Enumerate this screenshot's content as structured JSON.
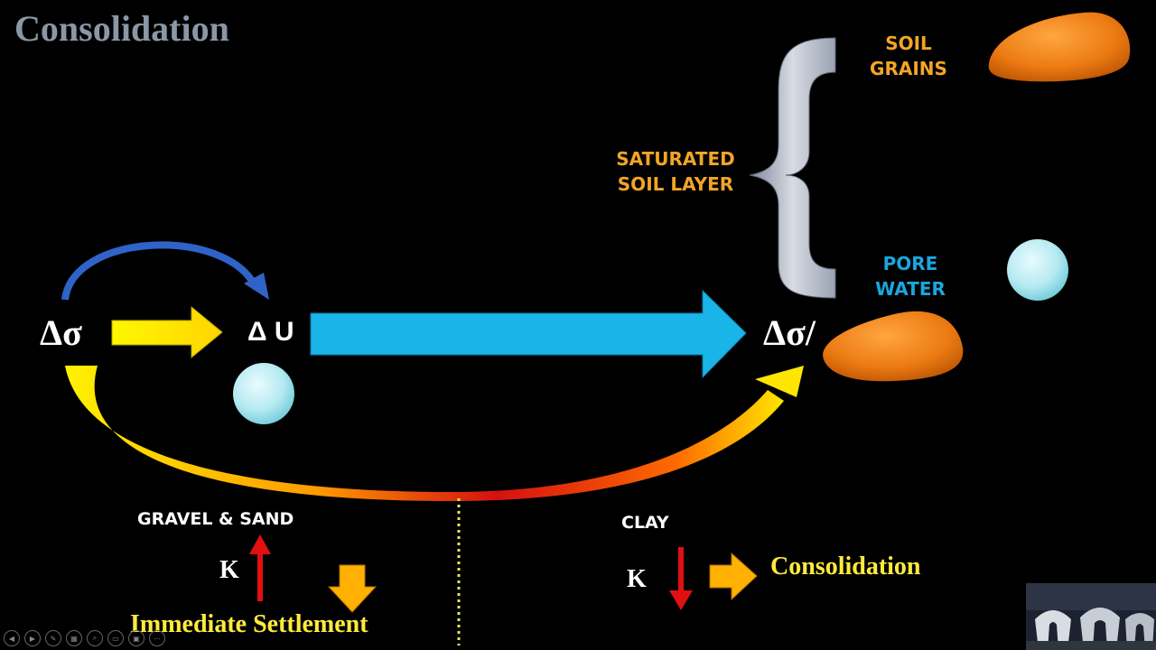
{
  "title": "Consolidation",
  "symbols": {
    "delta_sigma": "Δσ",
    "delta_u": "Δ U",
    "delta_sigma_prime": "Δσ/"
  },
  "labels": {
    "saturated_line1": "SATURATED",
    "saturated_line2": "SOIL LAYER",
    "soil_grains_line1": "SOIL",
    "soil_grains_line2": "GRAINS",
    "pore_water_line1": "PORE",
    "pore_water_line2": "WATER",
    "gravel_sand": "GRAVEL & SAND",
    "clay": "CLAY",
    "k_left": "K",
    "k_right": "K",
    "immediate_settlement": "Immediate Settlement",
    "consolidation_result": "Consolidation"
  },
  "colors": {
    "title": "#8a97a6",
    "orange_label": "#f2a526",
    "blue_label": "#1aa7de",
    "yellow_text": "#ffeb3b",
    "big_arrow": "#1ab5e8",
    "red_arrow": "#e01010"
  },
  "player_controls": [
    "prev-icon",
    "next-icon",
    "pen-icon",
    "slides-icon",
    "zoom-icon",
    "subtitles-icon",
    "screen-icon",
    "more-icon"
  ]
}
